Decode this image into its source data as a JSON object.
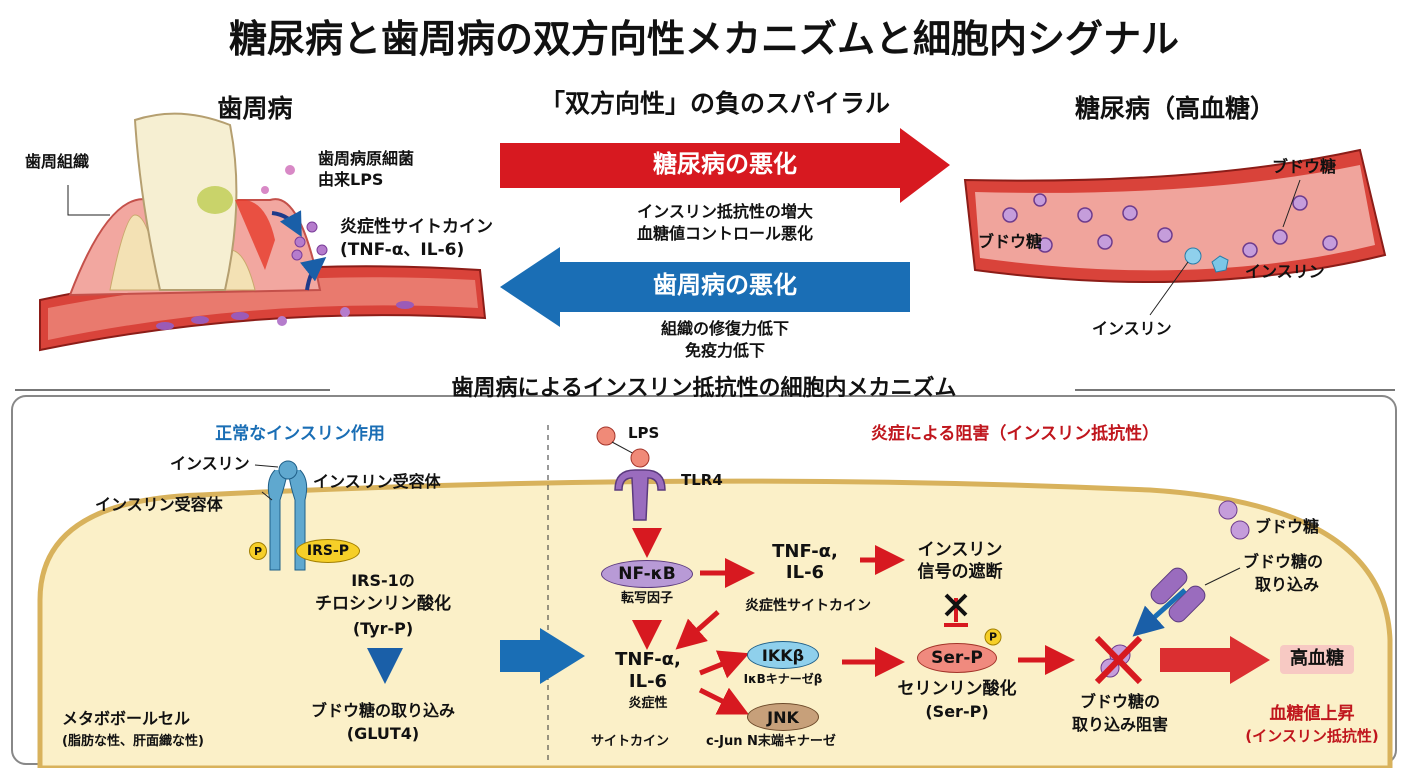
{
  "title": "糖尿病と歯周病の双方向性メカニズムと細胞内シグナル",
  "top": {
    "left_heading": "歯周病",
    "left_labels": {
      "tissue": "歯周組織",
      "bacteria_1": "歯周病原細菌",
      "bacteria_2": "由来LPS",
      "cytokine_1": "炎症性サイトカイン",
      "cytokine_2": "(TNF-α、IL-6)"
    },
    "center_heading": "「双方向性」の負のスパイラル",
    "arrow_right": {
      "label": "糖尿病の悪化",
      "desc_1": "インスリン抵抗性の増大",
      "desc_2": "血糖値コントロール悪化",
      "color": "#d71920"
    },
    "arrow_left": {
      "label": "歯周病の悪化",
      "desc_1": "組織の修復力低下",
      "desc_2": "免疫力低下",
      "color": "#1a6eb5"
    },
    "right_heading": "糖尿病（高血糖）",
    "right_labels": {
      "glucose_top": "ブドウ糖",
      "glucose_left": "ブドウ糖",
      "insulin_right": "インスリン",
      "insulin_bottom": "インスリン"
    }
  },
  "section_heading": "歯周病によるインスリン抵抗性の細胞内メカニズム",
  "normal": {
    "heading": "正常なインスリン作用",
    "insulin": "インスリン",
    "receptor_right": "インスリン受容体",
    "receptor_left": "インスリン受容体",
    "p": "P",
    "irs": "IRS-P",
    "irs_desc_1": "IRS-1の",
    "irs_desc_2": "チロシンリン酸化",
    "irs_desc_3": "(Tyr-P)",
    "uptake_1": "ブドウ糖の取り込み",
    "uptake_2": "(GLUT4)",
    "cell_1": "メタボボールセル",
    "cell_2": "(脂肪な性、肝面織な性)"
  },
  "inflam": {
    "heading": "炎症による阻害（インスリン抵抗性）",
    "lps": "LPS",
    "tlr4": "TLR4",
    "nfkb": "NF-κB",
    "nfkb_desc": "転写因子",
    "tnf1_1": "TNF-α,",
    "tnf1_2": "IL-6",
    "tnf1_desc": "炎症性サイトカイン",
    "block_1": "インスリン",
    "block_2": "信号の遮断",
    "tnf2_1": "TNF-α,",
    "tnf2_2": "IL-6",
    "tnf2_desc_1": "炎症性",
    "tnf2_desc_2": "サイトカイン",
    "ikk": "IKKβ",
    "ikk_desc": "IκBキナーゼβ",
    "jnk": "JNK",
    "jnk_desc": "c-Jun N末端キナーゼ",
    "serp": "Ser-P",
    "p": "P",
    "serp_desc_1": "セリンリン酸化",
    "serp_desc_2": "(Ser-P)",
    "glucose": "ブドウ糖",
    "glucose_uptake_1": "ブドウ糖の",
    "glucose_uptake_2": "取り込み",
    "blocked_1": "ブドウ糖の",
    "blocked_2": "取り込み阻害",
    "hyper": "高血糖",
    "rise_1": "血糖値上昇",
    "rise_2": "(インスリン抵抗性)"
  }
}
